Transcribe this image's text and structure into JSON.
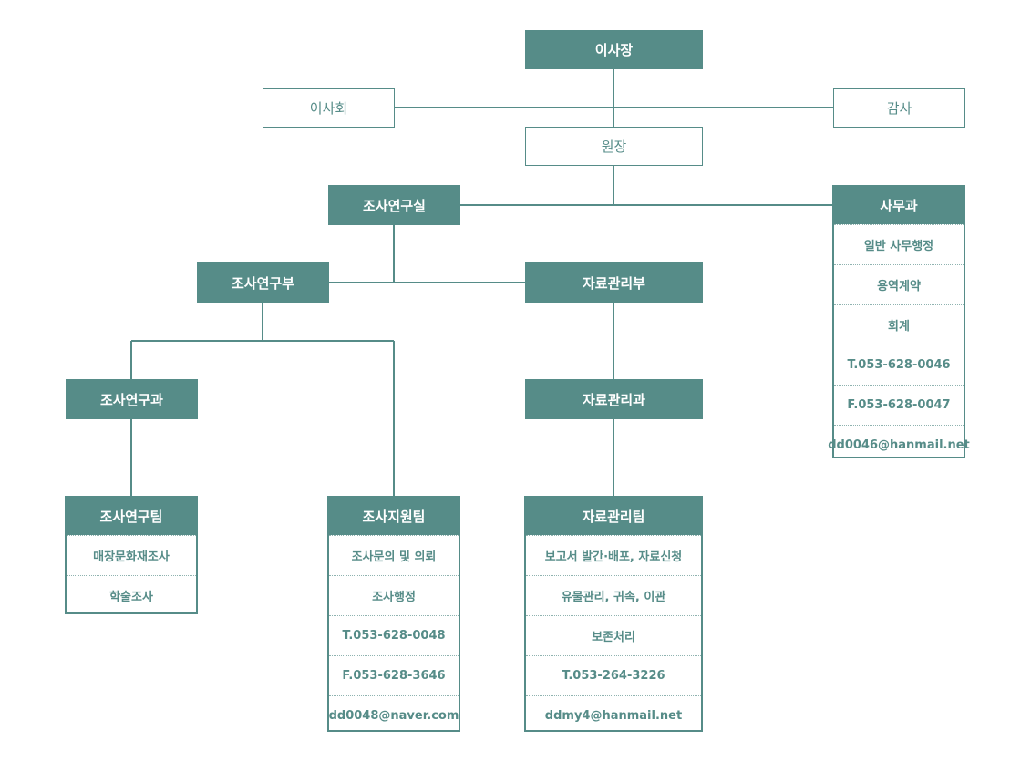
{
  "colors": {
    "primary": "#568c88",
    "line": "#568c88",
    "text_light": "#ffffff"
  },
  "top": {
    "chairman": "이사장",
    "board": "이사회",
    "auditor": "감사",
    "director": "원장"
  },
  "research_office": {
    "title": "조사연구실"
  },
  "research_dept": {
    "title": "조사연구부"
  },
  "material_dept": {
    "title": "자료관리부"
  },
  "research_section": {
    "title": "조사연구과"
  },
  "material_section": {
    "title": "자료관리과"
  },
  "admin": {
    "title": "사무과",
    "items": [
      "일반 사무행정",
      "용역계약",
      "회계",
      "T.053-628-0046",
      "F.053-628-0047",
      "dd0046@hanmail.net"
    ]
  },
  "research_team": {
    "title": "조사연구팀",
    "items": [
      "매장문화재조사",
      "학술조사"
    ]
  },
  "support_team": {
    "title": "조사지원팀",
    "items": [
      "조사문의 및 의뢰",
      "조사행정",
      "T.053-628-0048",
      "F.053-628-3646",
      "dd0048@naver.com"
    ]
  },
  "material_team": {
    "title": "자료관리팀",
    "items": [
      "보고서 발간·배포, 자료신청",
      "유물관리, 귀속, 이관",
      "보존처리",
      "T.053-264-3226",
      "ddmy4@hanmail.net"
    ]
  }
}
